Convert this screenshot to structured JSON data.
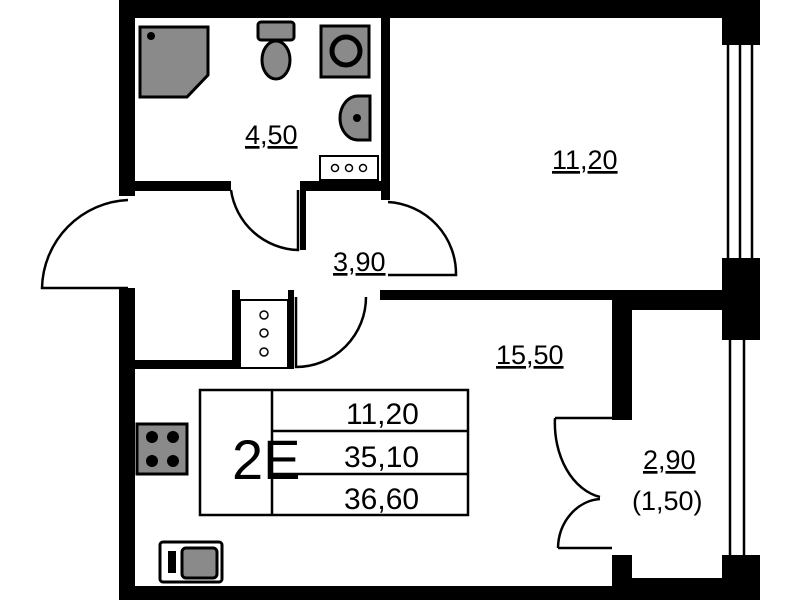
{
  "rooms": {
    "bathroom_area": "4,50",
    "bedroom_area": "11,20",
    "hallway_area": "3,90",
    "living_kitchen_area": "15,50",
    "balcony_area": "2,90",
    "balcony_reduced_area": "(1,50)"
  },
  "summary": {
    "apartment_type": "2E",
    "living_area": "11,20",
    "total_area": "35,10",
    "total_with_balcony": "36,60"
  }
}
